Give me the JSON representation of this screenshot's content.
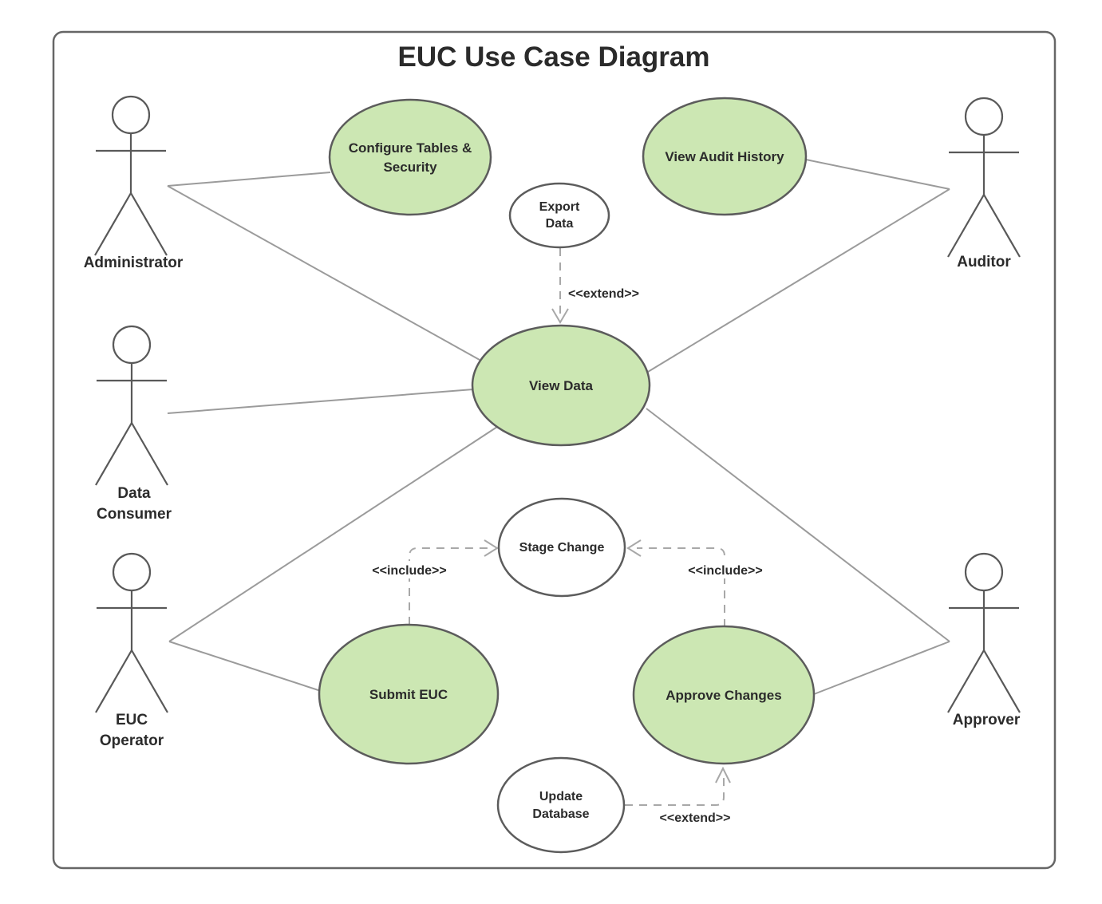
{
  "diagram": {
    "title": "EUC Use Case Diagram"
  },
  "colors": {
    "green_fill": "#cce7b3",
    "white_fill": "#ffffff",
    "node_stroke": "#5c5c5c",
    "association_line": "#9b9b9b",
    "dependency_line": "#a8a8a8",
    "text": "#2b2b2b"
  },
  "actors": [
    {
      "id": "administrator",
      "lines": [
        "Administrator"
      ]
    },
    {
      "id": "data-consumer",
      "lines": [
        "Data",
        "Consumer"
      ]
    },
    {
      "id": "euc-operator",
      "lines": [
        "EUC",
        "Operator"
      ]
    },
    {
      "id": "auditor",
      "lines": [
        "Auditor"
      ]
    },
    {
      "id": "approver",
      "lines": [
        "Approver"
      ]
    }
  ],
  "use_cases": [
    {
      "id": "configure-tables-security",
      "lines": [
        "Configure Tables &",
        "Security"
      ],
      "fill": "green"
    },
    {
      "id": "view-audit-history",
      "lines": [
        "View Audit History"
      ],
      "fill": "green"
    },
    {
      "id": "export-data",
      "lines": [
        "Export",
        "Data"
      ],
      "fill": "white"
    },
    {
      "id": "view-data",
      "lines": [
        "View Data"
      ],
      "fill": "green"
    },
    {
      "id": "stage-change",
      "lines": [
        "Stage Change"
      ],
      "fill": "white"
    },
    {
      "id": "submit-euc",
      "lines": [
        "Submit EUC"
      ],
      "fill": "green"
    },
    {
      "id": "approve-changes",
      "lines": [
        "Approve Changes"
      ],
      "fill": "green"
    },
    {
      "id": "update-database",
      "lines": [
        "Update",
        "Database"
      ],
      "fill": "white"
    }
  ],
  "relationships": [
    {
      "id": "export-data-extends-view-data",
      "label": "<<extend>>"
    },
    {
      "id": "submit-euc-includes-stage-change",
      "label": "<<include>>"
    },
    {
      "id": "approve-changes-includes-stage-change",
      "label": "<<include>>"
    },
    {
      "id": "update-database-extends-approve-changes",
      "label": "<<extend>>"
    }
  ],
  "associations": [
    {
      "from": "Administrator",
      "to": "Configure Tables & Security"
    },
    {
      "from": "Administrator",
      "to": "View Data"
    },
    {
      "from": "Data Consumer",
      "to": "View Data"
    },
    {
      "from": "EUC Operator",
      "to": "View Data"
    },
    {
      "from": "EUC Operator",
      "to": "Submit EUC"
    },
    {
      "from": "Auditor",
      "to": "View Audit History"
    },
    {
      "from": "Auditor",
      "to": "View Data"
    },
    {
      "from": "Approver",
      "to": "View Data"
    },
    {
      "from": "Approver",
      "to": "Approve Changes"
    }
  ]
}
